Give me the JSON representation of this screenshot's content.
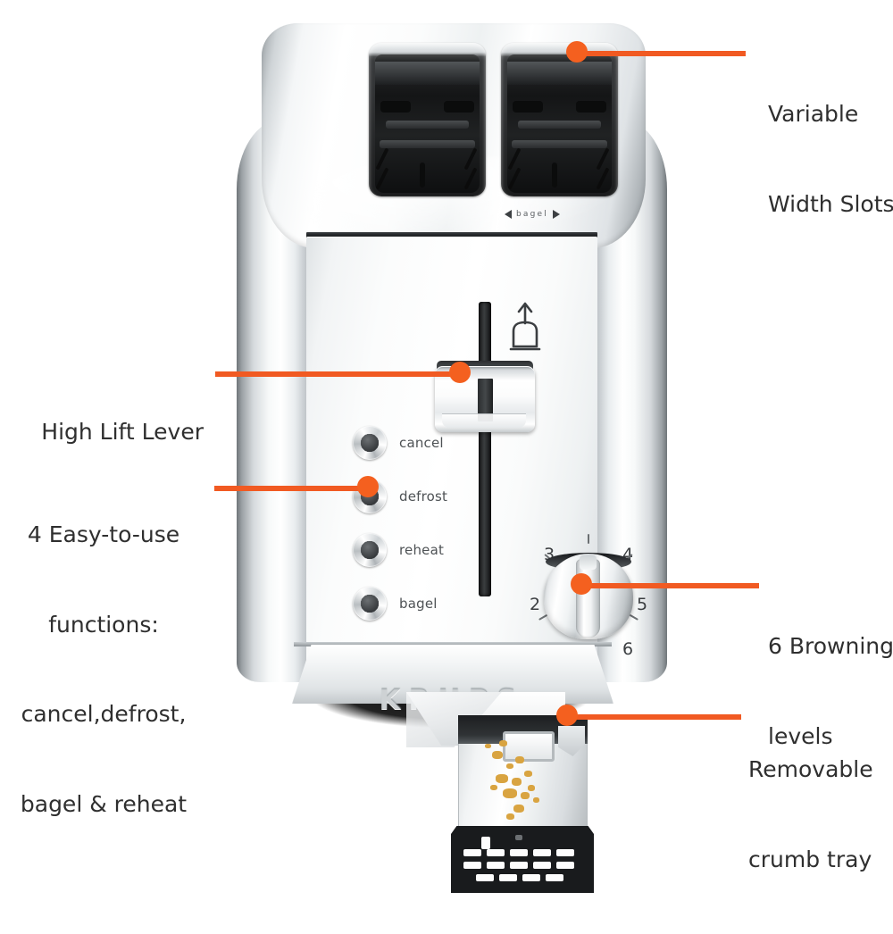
{
  "product": {
    "brand": "KRUPS",
    "slot_marking": "bagel"
  },
  "callouts": [
    {
      "id": "variable-width-slots",
      "lines": [
        "Variable",
        "Width Slots"
      ],
      "side": "right"
    },
    {
      "id": "high-lift-lever",
      "lines": [
        "High Lift Lever"
      ],
      "side": "left"
    },
    {
      "id": "four-functions",
      "lines": [
        "4 Easy-to-use",
        "functions:",
        "cancel,defrost,",
        "bagel & reheat"
      ],
      "side": "left"
    },
    {
      "id": "browning-levels",
      "lines": [
        "6 Browning",
        "levels"
      ],
      "side": "right"
    },
    {
      "id": "removable-crumb-tray",
      "lines": [
        "Removable",
        "crumb tray"
      ],
      "side": "right"
    }
  ],
  "callout_text": {
    "variable_width_1": "Variable",
    "variable_width_2": "Width Slots",
    "high_lift_lever": "High Lift Lever",
    "functions_1": "4 Easy-to-use",
    "functions_2": "functions:",
    "functions_3": "cancel,defrost,",
    "functions_4": "bagel & reheat",
    "browning_1": "6 Browning",
    "browning_2": "levels",
    "crumb_1": "Removable",
    "crumb_2": "crumb tray"
  },
  "control_buttons": [
    {
      "label": "cancel"
    },
    {
      "label": "defrost"
    },
    {
      "label": "reheat"
    },
    {
      "label": "bagel"
    }
  ],
  "browning_dial": {
    "levels": [
      "1",
      "2",
      "3",
      "4",
      "5",
      "6"
    ],
    "count": 6
  },
  "colors": {
    "accent_orange": "#F15A22",
    "dot_orange": "#F4601F",
    "label_text": "#2f2f2f",
    "background": "#ffffff",
    "chrome_light": "#ffffff",
    "chrome_dark": "#7f868a",
    "slot_dark": "#1b1c1d"
  }
}
